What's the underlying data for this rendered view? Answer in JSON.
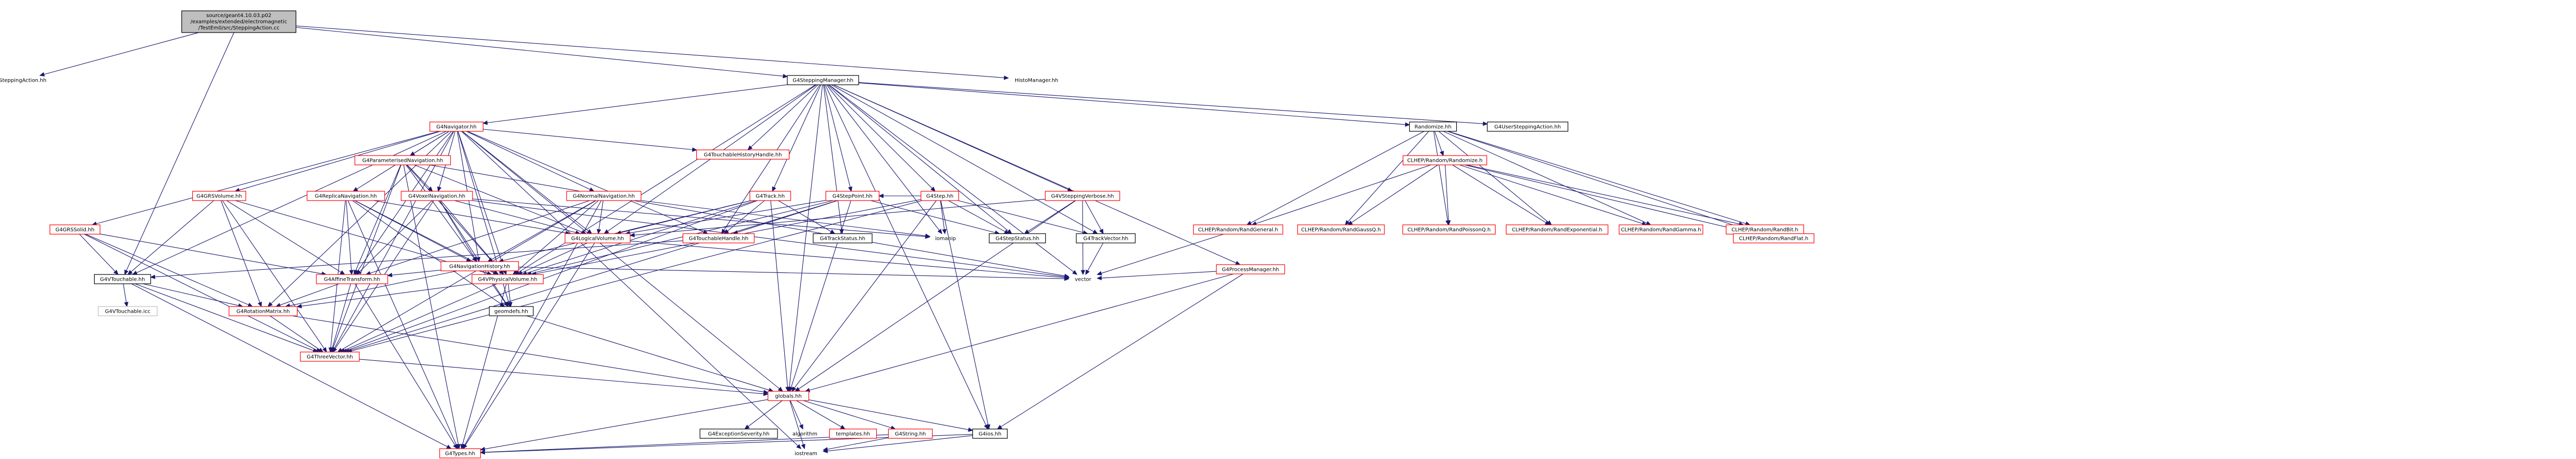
{
  "colors": {
    "root_fill": "#bfbfbf",
    "node_stroke_black": "#000000",
    "node_stroke_red": "#ff0000",
    "node_stroke_gray": "#bfbfbf",
    "edge_color": "#191970",
    "label_color": "#000000",
    "background": "#ffffff"
  },
  "root": {
    "id": "root",
    "lines": [
      "source/geant4.10.03.p02",
      "/examples/extended/electromagnetic",
      "/TestEm0/src/SteppingAction.cc"
    ]
  },
  "nodes": [
    {
      "id": "steppingaction_hh",
      "label": "SteppingAction.hh",
      "style": "none"
    },
    {
      "id": "g4steppingmanager",
      "label": "G4SteppingManager.hh",
      "style": "black"
    },
    {
      "id": "histomanager",
      "label": "HistoManager.hh",
      "style": "none"
    },
    {
      "id": "g4navigator",
      "label": "G4Navigator.hh",
      "style": "red"
    },
    {
      "id": "randomize",
      "label": "Randomize.hh",
      "style": "black"
    },
    {
      "id": "g4usersteppingaction",
      "label": "G4UserSteppingAction.hh",
      "style": "black"
    },
    {
      "id": "g4touchablehistoryhandle",
      "label": "G4TouchableHistoryHandle.hh",
      "style": "red"
    },
    {
      "id": "g4parameterisednavigation",
      "label": "G4ParameterisedNavigation.hh",
      "style": "red"
    },
    {
      "id": "clhep_randomize",
      "label": "CLHEP/Random/Randomize.h",
      "style": "red"
    },
    {
      "id": "g4gripsvolume",
      "label": "G4GRSVolume.hh",
      "style": "red"
    },
    {
      "id": "g4replicanavigation",
      "label": "G4ReplicaNavigation.hh",
      "style": "red"
    },
    {
      "id": "g4voxelnavigation",
      "label": "G4VoxelNavigation.hh",
      "style": "red"
    },
    {
      "id": "g4normalnavigation",
      "label": "G4NormalNavigation.hh",
      "style": "red"
    },
    {
      "id": "g4track",
      "label": "G4Track.hh",
      "style": "red"
    },
    {
      "id": "g4steppoint",
      "label": "G4StepPoint.hh",
      "style": "red"
    },
    {
      "id": "g4step",
      "label": "G4Step.hh",
      "style": "red"
    },
    {
      "id": "g4vsteppingverbose",
      "label": "G4VSteppingVerbose.hh",
      "style": "red"
    },
    {
      "id": "g4grssolid",
      "label": "G4GRSSolid.hh",
      "style": "red"
    },
    {
      "id": "clhep_randgeneral",
      "label": "CLHEP/Random/RandGeneral.h",
      "style": "red"
    },
    {
      "id": "clhep_randgaussq",
      "label": "CLHEP/Random/RandGaussQ.h",
      "style": "red"
    },
    {
      "id": "clhep_randpoissonq",
      "label": "CLHEP/Random/RandPoissonQ.h",
      "style": "red"
    },
    {
      "id": "clhep_randexponential",
      "label": "CLHEP/Random/RandExponential.h",
      "style": "red"
    },
    {
      "id": "clhep_randgamma",
      "label": "CLHEP/Random/RandGamma.h",
      "style": "red"
    },
    {
      "id": "clhep_randbit",
      "label": "CLHEP/Random/RandBit.h",
      "style": "red"
    },
    {
      "id": "g4logicalvolume",
      "label": "G4LogicalVolume.hh",
      "style": "red"
    },
    {
      "id": "g4touchablehandle",
      "label": "G4TouchableHandle.hh",
      "style": "red"
    },
    {
      "id": "g4trackstatus",
      "label": "G4TrackStatus.hh",
      "style": "black"
    },
    {
      "id": "iomanip",
      "label": "iomanip",
      "style": "none"
    },
    {
      "id": "g4stepstatus",
      "label": "G4StepStatus.hh",
      "style": "black"
    },
    {
      "id": "g4trackvector",
      "label": "G4TrackVector.hh",
      "style": "black"
    },
    {
      "id": "clhep_randflat",
      "label": "CLHEP/Random/RandFlat.h",
      "style": "red"
    },
    {
      "id": "g4navigationhistory",
      "label": "G4NavigationHistory.hh",
      "style": "red"
    },
    {
      "id": "g4processmanager",
      "label": "G4ProcessManager.hh",
      "style": "red"
    },
    {
      "id": "g4vtouchable",
      "label": "G4VTouchable.hh",
      "style": "black"
    },
    {
      "id": "g4affinetransform",
      "label": "G4AffineTransform.hh",
      "style": "red"
    },
    {
      "id": "g4vphysicalvolume",
      "label": "G4VPhysicalVolume.hh",
      "style": "red"
    },
    {
      "id": "vector",
      "label": "vector",
      "style": "none"
    },
    {
      "id": "g4vtouchable_icc",
      "label": "G4VTouchable.icc",
      "style": "gray"
    },
    {
      "id": "g4rotationmatrix",
      "label": "G4RotationMatrix.hh",
      "style": "red"
    },
    {
      "id": "geomdefs",
      "label": "geomdefs.hh",
      "style": "black"
    },
    {
      "id": "g4threevector",
      "label": "G4ThreeVector.hh",
      "style": "red"
    },
    {
      "id": "globals",
      "label": "globals.hh",
      "style": "red"
    },
    {
      "id": "g4exceptionseverity",
      "label": "G4ExceptionSeverity.hh",
      "style": "black"
    },
    {
      "id": "algorithm",
      "label": "algorithm",
      "style": "none"
    },
    {
      "id": "templates",
      "label": "templates.hh",
      "style": "red"
    },
    {
      "id": "g4string",
      "label": "G4String.hh",
      "style": "red"
    },
    {
      "id": "g4ios",
      "label": "G4ios.hh",
      "style": "black"
    },
    {
      "id": "g4types",
      "label": "G4Types.hh",
      "style": "red"
    },
    {
      "id": "iostream",
      "label": "iostream",
      "style": "none"
    }
  ],
  "edges": [
    [
      "root",
      "steppingaction_hh"
    ],
    [
      "root",
      "g4steppingmanager"
    ],
    [
      "root",
      "histomanager"
    ],
    [
      "root",
      "g4vtouchable"
    ],
    [
      "g4steppingmanager",
      "g4navigator"
    ],
    [
      "g4steppingmanager",
      "randomize"
    ],
    [
      "g4steppingmanager",
      "g4usersteppingaction"
    ],
    [
      "g4steppingmanager",
      "g4touchablehistoryhandle"
    ],
    [
      "g4steppingmanager",
      "g4track"
    ],
    [
      "g4steppingmanager",
      "g4steppoint"
    ],
    [
      "g4steppingmanager",
      "g4step"
    ],
    [
      "g4steppingmanager",
      "g4vsteppingverbose"
    ],
    [
      "g4steppingmanager",
      "g4processmanager"
    ],
    [
      "g4steppingmanager",
      "g4logicalvolume"
    ],
    [
      "g4steppingmanager",
      "g4touchablehandle"
    ],
    [
      "g4steppingmanager",
      "g4trackstatus"
    ],
    [
      "g4steppingmanager",
      "iomanip"
    ],
    [
      "g4steppingmanager",
      "g4stepstatus"
    ],
    [
      "g4steppingmanager",
      "g4trackvector"
    ],
    [
      "g4steppingmanager",
      "vector"
    ],
    [
      "g4steppingmanager",
      "g4vphysicalvolume"
    ],
    [
      "g4steppingmanager",
      "globals"
    ],
    [
      "g4steppingmanager",
      "g4ios"
    ],
    [
      "g4navigator",
      "g4parameterisednavigation"
    ],
    [
      "g4navigator",
      "g4gripsvolume"
    ],
    [
      "g4navigator",
      "g4replicanavigation"
    ],
    [
      "g4navigator",
      "g4voxelnavigation"
    ],
    [
      "g4navigator",
      "g4normalnavigation"
    ],
    [
      "g4navigator",
      "g4grssolid"
    ],
    [
      "g4navigator",
      "g4touchablehistoryhandle"
    ],
    [
      "g4navigator",
      "g4logicalvolume"
    ],
    [
      "g4navigator",
      "g4touchablehandle"
    ],
    [
      "g4navigator",
      "g4navigationhistory"
    ],
    [
      "g4navigator",
      "g4affinetransform"
    ],
    [
      "g4navigator",
      "g4vphysicalvolume"
    ],
    [
      "g4navigator",
      "geomdefs"
    ],
    [
      "g4navigator",
      "g4threevector"
    ],
    [
      "g4navigator",
      "g4rotationmatrix"
    ],
    [
      "g4navigator",
      "iostream"
    ],
    [
      "g4navigator",
      "g4vtouchable"
    ],
    [
      "g4navigator",
      "globals"
    ],
    [
      "randomize",
      "clhep_randomize"
    ],
    [
      "randomize",
      "clhep_randgeneral"
    ],
    [
      "randomize",
      "clhep_randgaussq"
    ],
    [
      "randomize",
      "clhep_randpoissonq"
    ],
    [
      "randomize",
      "clhep_randexponential"
    ],
    [
      "randomize",
      "clhep_randgamma"
    ],
    [
      "randomize",
      "clhep_randbit"
    ],
    [
      "randomize",
      "clhep_randflat"
    ],
    [
      "clhep_randomize",
      "clhep_randgeneral"
    ],
    [
      "clhep_randomize",
      "clhep_randgaussq"
    ],
    [
      "clhep_randomize",
      "clhep_randpoissonq"
    ],
    [
      "clhep_randomize",
      "clhep_randexponential"
    ],
    [
      "clhep_randomize",
      "clhep_randgamma"
    ],
    [
      "clhep_randomize",
      "clhep_randbit"
    ],
    [
      "clhep_randomize",
      "clhep_randflat"
    ],
    [
      "clhep_randbit",
      "clhep_randflat"
    ],
    [
      "clhep_randgeneral",
      "vector"
    ],
    [
      "g4parameterisednavigation",
      "g4voxelnavigation"
    ],
    [
      "g4parameterisednavigation",
      "g4navigationhistory"
    ],
    [
      "g4parameterisednavigation",
      "g4affinetransform"
    ],
    [
      "g4parameterisednavigation",
      "g4vphysicalvolume"
    ],
    [
      "g4parameterisednavigation",
      "g4logicalvolume"
    ],
    [
      "g4parameterisednavigation",
      "g4threevector"
    ],
    [
      "g4parameterisednavigation",
      "g4types"
    ],
    [
      "g4parameterisednavigation",
      "vector"
    ],
    [
      "g4gripsvolume",
      "g4vtouchable"
    ],
    [
      "g4gripsvolume",
      "g4affinetransform"
    ],
    [
      "g4gripsvolume",
      "g4rotationmatrix"
    ],
    [
      "g4gripsvolume",
      "g4threevector"
    ],
    [
      "g4gripsvolume",
      "g4vphysicalvolume"
    ],
    [
      "g4replicanavigation",
      "g4navigationhistory"
    ],
    [
      "g4replicanavigation",
      "g4logicalvolume"
    ],
    [
      "g4replicanavigation",
      "g4vphysicalvolume"
    ],
    [
      "g4replicanavigation",
      "g4threevector"
    ],
    [
      "g4replicanavigation",
      "g4affinetransform"
    ],
    [
      "g4replicanavigation",
      "geomdefs"
    ],
    [
      "g4replicanavigation",
      "g4types"
    ],
    [
      "g4voxelnavigation",
      "g4navigationhistory"
    ],
    [
      "g4voxelnavigation",
      "g4affinetransform"
    ],
    [
      "g4voxelnavigation",
      "g4vphysicalvolume"
    ],
    [
      "g4voxelnavigation",
      "g4logicalvolume"
    ],
    [
      "g4voxelnavigation",
      "g4threevector"
    ],
    [
      "g4voxelnavigation",
      "vector"
    ],
    [
      "g4voxelnavigation",
      "iomanip"
    ],
    [
      "g4voxelnavigation",
      "geomdefs"
    ],
    [
      "g4normalnavigation",
      "g4navigationhistory"
    ],
    [
      "g4normalnavigation",
      "g4logicalvolume"
    ],
    [
      "g4normalnavigation",
      "g4vphysicalvolume"
    ],
    [
      "g4normalnavigation",
      "g4threevector"
    ],
    [
      "g4normalnavigation",
      "g4affinetransform"
    ],
    [
      "g4normalnavigation",
      "iomanip"
    ],
    [
      "g4normalnavigation",
      "g4types"
    ],
    [
      "g4grssolid",
      "g4vtouchable"
    ],
    [
      "g4grssolid",
      "g4affinetransform"
    ],
    [
      "g4grssolid",
      "g4rotationmatrix"
    ],
    [
      "g4grssolid",
      "g4threevector"
    ],
    [
      "g4track",
      "g4logicalvolume"
    ],
    [
      "g4track",
      "g4touchablehandle"
    ],
    [
      "g4track",
      "g4trackstatus"
    ],
    [
      "g4track",
      "g4vphysicalvolume"
    ],
    [
      "g4track",
      "g4threevector"
    ],
    [
      "g4track",
      "globals"
    ],
    [
      "g4track",
      "g4navigationhistory"
    ],
    [
      "g4steppoint",
      "g4logicalvolume"
    ],
    [
      "g4steppoint",
      "g4touchablehandle"
    ],
    [
      "g4steppoint",
      "g4stepstatus"
    ],
    [
      "g4steppoint",
      "g4vphysicalvolume"
    ],
    [
      "g4steppoint",
      "g4threevector"
    ],
    [
      "g4steppoint",
      "globals"
    ],
    [
      "g4step",
      "g4steppoint"
    ],
    [
      "g4step",
      "g4stepstatus"
    ],
    [
      "g4step",
      "g4trackvector"
    ],
    [
      "g4step",
      "iomanip"
    ],
    [
      "g4step",
      "g4vphysicalvolume"
    ],
    [
      "g4step",
      "g4threevector"
    ],
    [
      "g4step",
      "globals"
    ],
    [
      "g4step",
      "g4ios"
    ],
    [
      "g4vsteppingverbose",
      "g4stepstatus"
    ],
    [
      "g4vsteppingverbose",
      "g4trackvector"
    ],
    [
      "g4vsteppingverbose",
      "vector"
    ],
    [
      "g4vsteppingverbose",
      "globals"
    ],
    [
      "g4vsteppingverbose",
      "g4logicalvolume"
    ],
    [
      "g4processmanager",
      "vector"
    ],
    [
      "g4processmanager",
      "globals"
    ],
    [
      "g4processmanager",
      "g4ios"
    ],
    [
      "g4trackvector",
      "vector"
    ],
    [
      "g4touchablehandle",
      "g4vtouchable"
    ],
    [
      "g4logicalvolume",
      "g4vphysicalvolume"
    ],
    [
      "g4logicalvolume",
      "vector"
    ],
    [
      "g4logicalvolume",
      "g4types"
    ],
    [
      "g4navigationhistory",
      "g4affinetransform"
    ],
    [
      "g4navigationhistory",
      "g4vphysicalvolume"
    ],
    [
      "g4navigationhistory",
      "geomdefs"
    ],
    [
      "g4navigationhistory",
      "vector"
    ],
    [
      "g4navigationhistory",
      "g4rotationmatrix"
    ],
    [
      "g4vtouchable",
      "g4vtouchable_icc"
    ],
    [
      "g4vtouchable",
      "g4threevector"
    ],
    [
      "g4vtouchable",
      "g4rotationmatrix"
    ],
    [
      "g4vtouchable",
      "g4types"
    ],
    [
      "g4affinetransform",
      "g4threevector"
    ],
    [
      "g4affinetransform",
      "g4rotationmatrix"
    ],
    [
      "g4affinetransform",
      "g4types"
    ],
    [
      "g4vphysicalvolume",
      "g4rotationmatrix"
    ],
    [
      "g4vphysicalvolume",
      "g4threevector"
    ],
    [
      "g4vphysicalvolume",
      "geomdefs"
    ],
    [
      "g4vphysicalvolume",
      "g4types"
    ],
    [
      "g4rotationmatrix",
      "g4threevector"
    ],
    [
      "g4rotationmatrix",
      "globals"
    ],
    [
      "geomdefs",
      "globals"
    ],
    [
      "g4threevector",
      "globals"
    ],
    [
      "globals",
      "g4exceptionseverity"
    ],
    [
      "globals",
      "algorithm"
    ],
    [
      "globals",
      "templates"
    ],
    [
      "globals",
      "g4string"
    ],
    [
      "globals",
      "g4ios"
    ],
    [
      "globals",
      "g4types"
    ],
    [
      "globals",
      "iostream"
    ],
    [
      "g4string",
      "g4types"
    ],
    [
      "g4string",
      "iostream"
    ],
    [
      "g4ios",
      "g4types"
    ],
    [
      "g4ios",
      "iostream"
    ]
  ]
}
